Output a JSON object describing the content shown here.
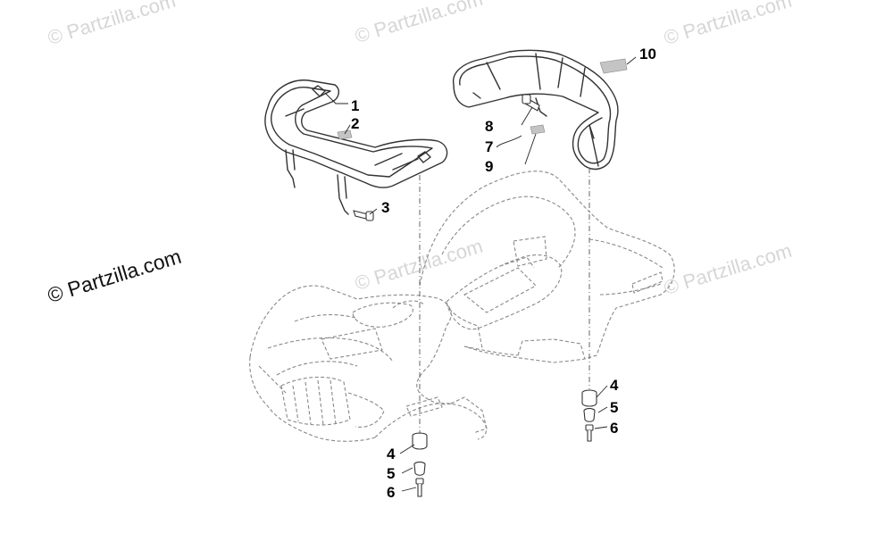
{
  "watermarks": {
    "main": "© Partzilla.com",
    "faded": "© Partzilla.com"
  },
  "callouts": {
    "front_rack": "1",
    "front_decal": "2",
    "front_bolt": "3",
    "rear_bolt": "8",
    "rear_rack": "7",
    "rear_decal": "9",
    "rear_decal_top": "10",
    "front_bushing": "4",
    "front_washer": "5",
    "front_screw": "6",
    "rear_bushing": "4",
    "rear_washer": "5",
    "rear_screw": "6"
  }
}
